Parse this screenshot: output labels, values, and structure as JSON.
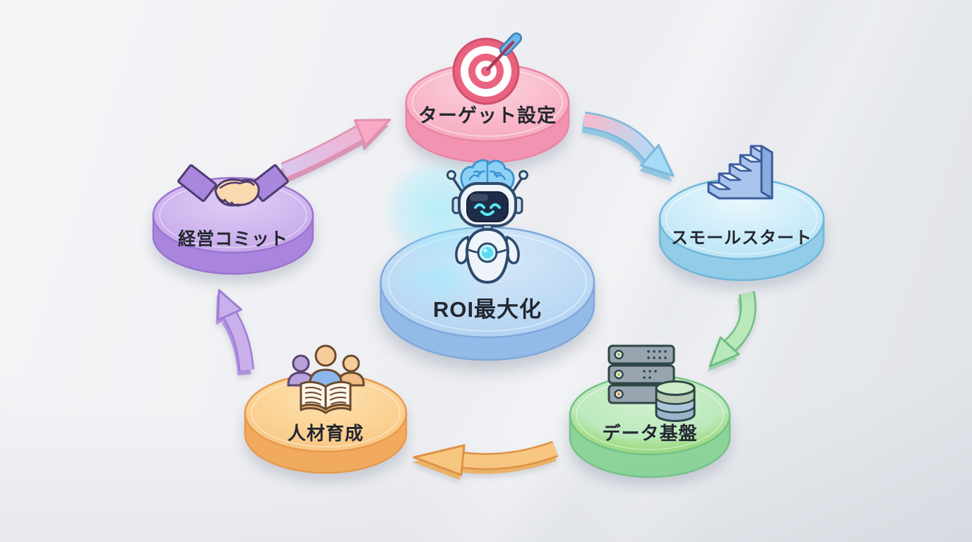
{
  "diagram": {
    "type": "cycle-diagram",
    "background_color": "#edeff2",
    "text_color": "#23272f",
    "center": {
      "id": "roi-maximization",
      "label": "ROI最大化",
      "mascot": "ai-robot",
      "disc_color": "#bedaf4"
    },
    "nodes": [
      {
        "id": "target-setting",
        "label": "ターゲット設定",
        "icon": "target-icon",
        "disc_color": "#f8b6c8"
      },
      {
        "id": "small-start",
        "label": "スモールスタート",
        "icon": "stairs-icon",
        "disc_color": "#c9eaf8"
      },
      {
        "id": "data-foundation",
        "label": "データ基盤",
        "icon": "server-database-icon",
        "disc_color": "#bce9bd"
      },
      {
        "id": "talent-development",
        "label": "人材育成",
        "icon": "people-book-icon",
        "disc_color": "#fbd092"
      },
      {
        "id": "management-commitment",
        "label": "経営コミット",
        "icon": "handshake-icon",
        "disc_color": "#ceb4ee"
      }
    ],
    "arrows": [
      {
        "from": "management-commitment",
        "to": "target-setting",
        "color": "#f7adc8"
      },
      {
        "from": "target-setting",
        "to": "small-start",
        "color": "#a6dbf5"
      },
      {
        "from": "small-start",
        "to": "data-foundation",
        "color": "#b9e8bb"
      },
      {
        "from": "data-foundation",
        "to": "talent-development",
        "color": "#f9c77f"
      },
      {
        "from": "talent-development",
        "to": "management-commitment",
        "color": "#c9b0ec"
      }
    ]
  }
}
